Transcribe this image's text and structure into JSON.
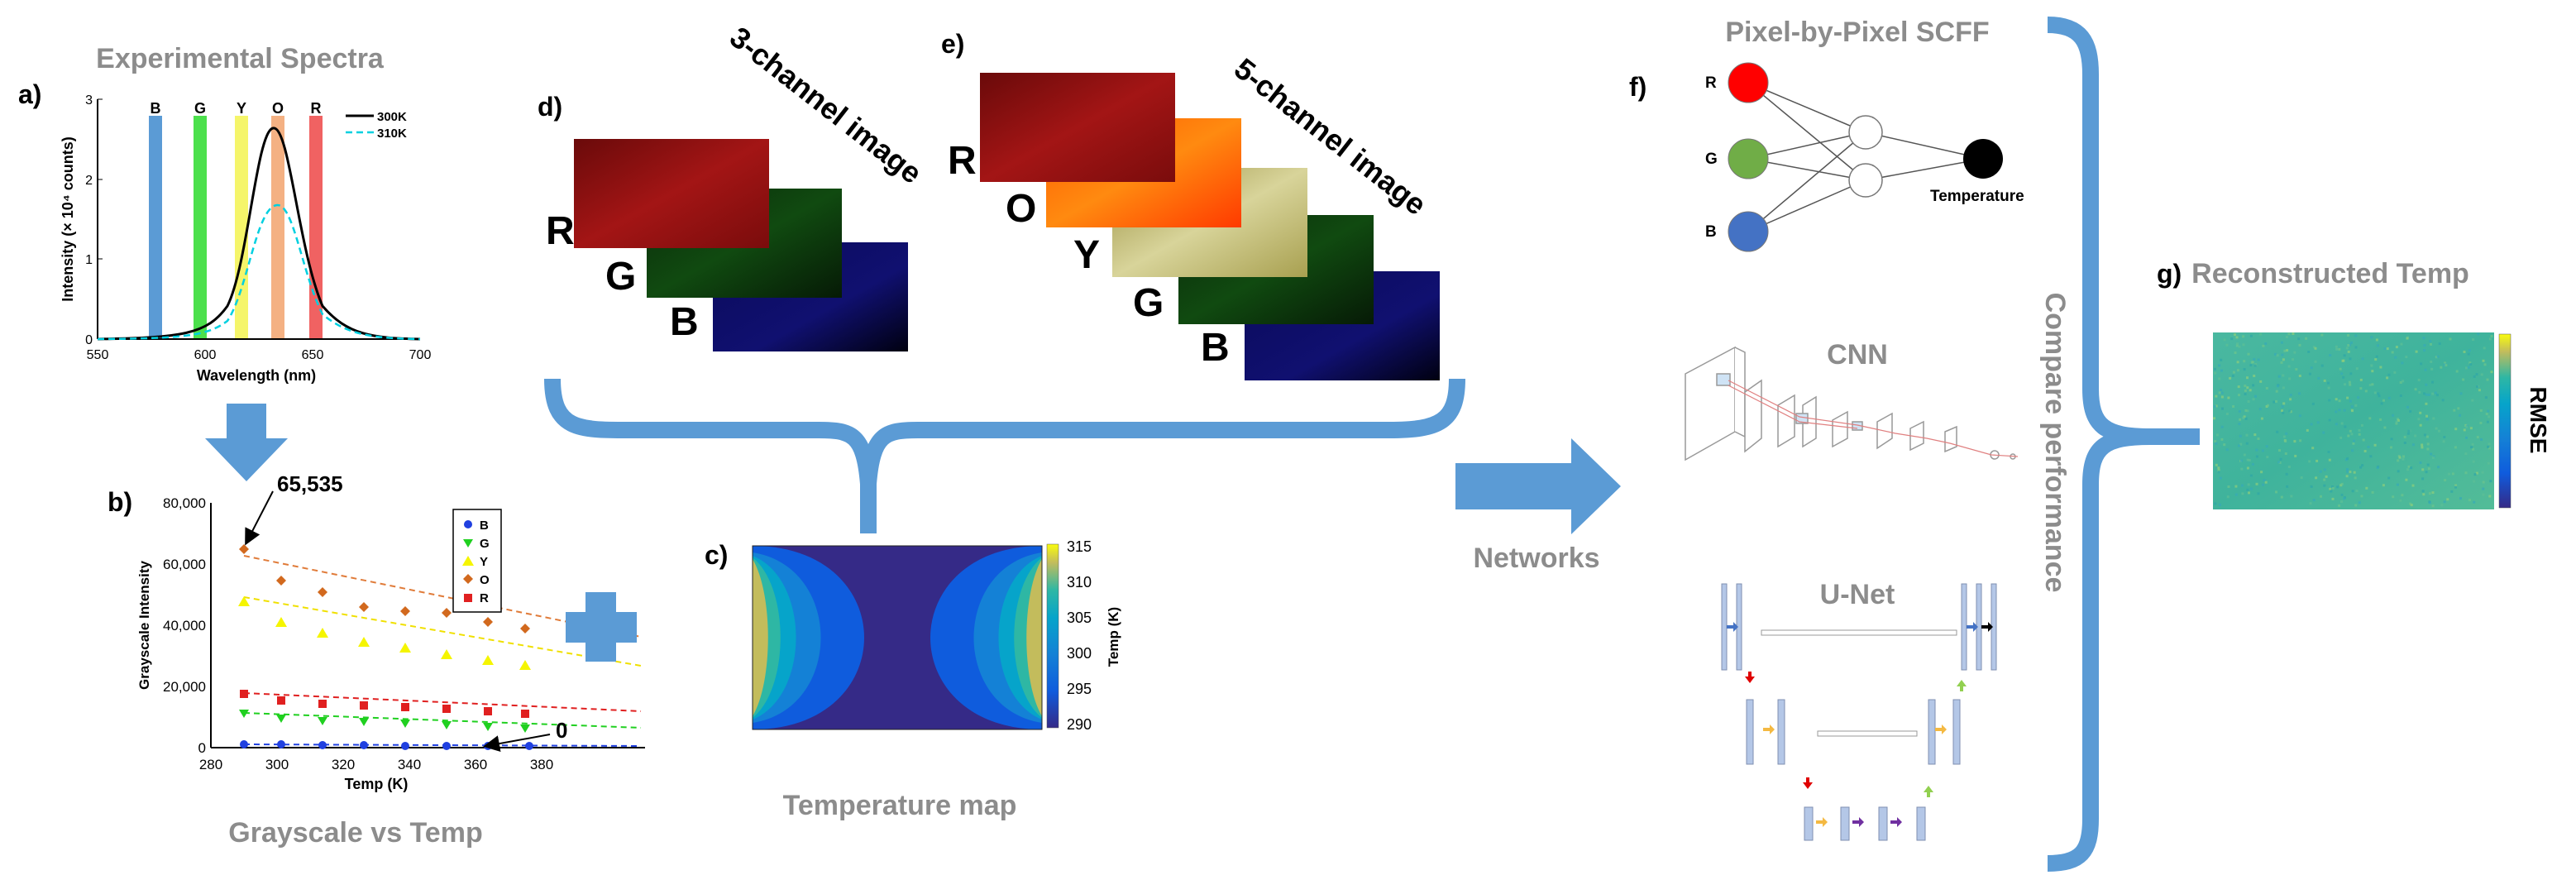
{
  "panels": {
    "a": {
      "letter": "a)",
      "title": "Experimental Spectra",
      "band_labels": [
        "B",
        "G",
        "Y",
        "O",
        "R"
      ],
      "band_colors": [
        "#5B9BD5",
        "#4CE04C",
        "#F5F56A",
        "#F4B183",
        "#F06262"
      ],
      "legend": [
        "300K",
        "310K"
      ],
      "ylabel": "Intensity (× 10⁴ counts)",
      "xlabel": "Wavelength (nm)",
      "xticks": [
        "550",
        "600",
        "650",
        "700"
      ],
      "yticks": [
        "0",
        "1",
        "2",
        "3"
      ]
    },
    "b": {
      "letter": "b)",
      "title": "Grayscale vs Temp",
      "ylabel": "Grayscale Intensity",
      "xlabel": "Temp (K)",
      "xticks": [
        "280",
        "300",
        "320",
        "340",
        "360",
        "380"
      ],
      "yticks": [
        "0",
        "20,000",
        "40,000",
        "60,000",
        "80,000"
      ],
      "legend": [
        "B",
        "G",
        "Y",
        "O",
        "R"
      ],
      "ann_top": "65,535",
      "ann_bottom": "0"
    },
    "c": {
      "letter": "c)",
      "title": "Temperature map",
      "cbar_label": "Temp (K)",
      "cbar_ticks": [
        "315",
        "310",
        "305",
        "300",
        "295",
        "290"
      ]
    },
    "d": {
      "letter": "d)",
      "title": "3-channel image",
      "channels": [
        "R",
        "G",
        "B"
      ]
    },
    "e": {
      "letter": "e)",
      "title": "5-channel image",
      "channels": [
        "R",
        "O",
        "Y",
        "G",
        "B"
      ]
    },
    "f": {
      "letter": "f)",
      "title": "Pixel-by-Pixel SCFF",
      "inputs": [
        "R",
        "G",
        "B"
      ],
      "output": "Temperature",
      "cnn": "CNN",
      "unet": "U-Net"
    },
    "g": {
      "letter": "g)",
      "title": "Reconstructed Temp",
      "cbar_label": "RMSE"
    }
  },
  "labels": {
    "networks": "Networks",
    "compare": "Compare performance"
  },
  "colors": {
    "arrow": "#5B9BD5",
    "gray_text": "#8C8C8C"
  }
}
